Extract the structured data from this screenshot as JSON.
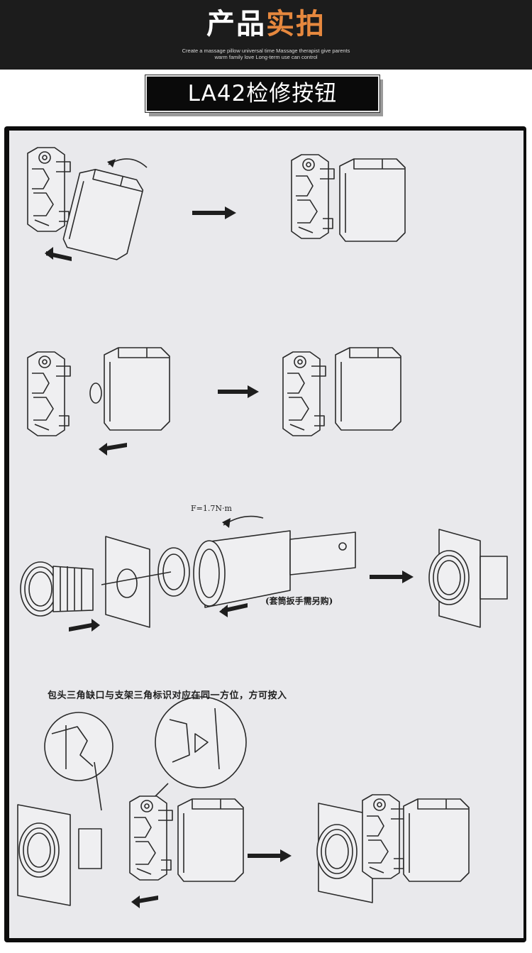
{
  "banner": {
    "title_part1": "产品",
    "title_part2": "实拍",
    "subtitle_line1": "Create a massage pillow universal time Massage therapist give parents",
    "subtitle_line2": "warm family love Long-term use can control"
  },
  "product_label": "LA42检修按钮",
  "diagram": {
    "torque_label": "F=1.7N·m",
    "socket_note": "(套筒扳手需另购)",
    "alignment_note": "包头三角缺口与支架三角标识对应在同一方位，方可按入"
  },
  "colors": {
    "banner_bg": "#1c1c1c",
    "title_white": "#ffffff",
    "title_orange": "#e6883e",
    "label_bg": "#0a0a0a",
    "paper": "#e9e9ec"
  }
}
